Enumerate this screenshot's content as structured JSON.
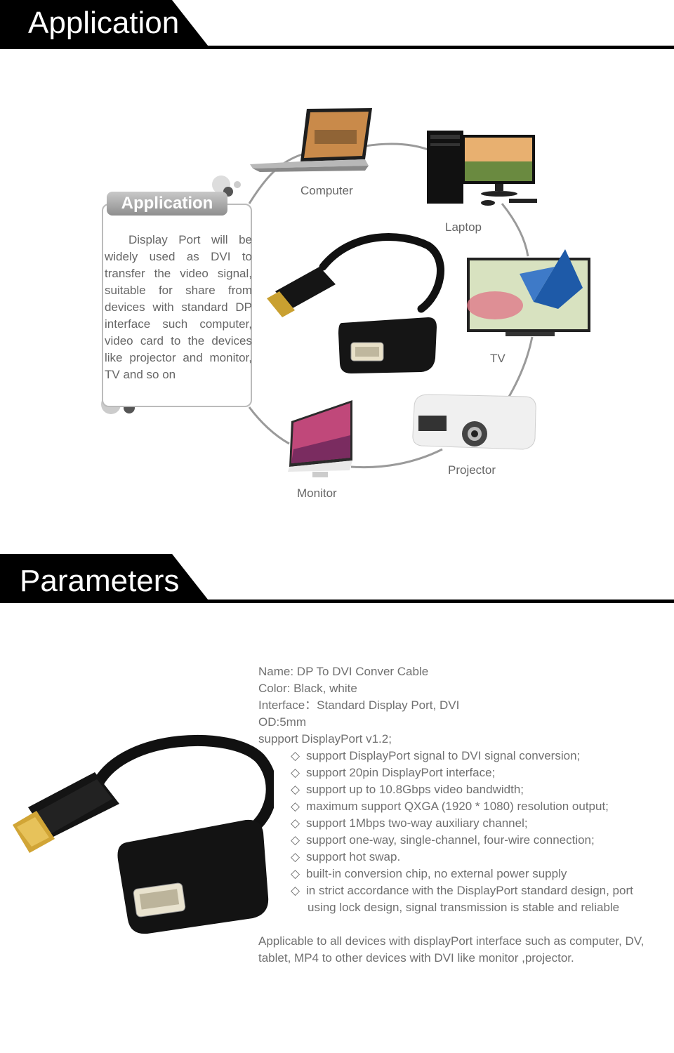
{
  "sections": {
    "application": {
      "title": "Application"
    },
    "parameters": {
      "title": "Parameters"
    }
  },
  "application_box": {
    "title": "Application",
    "text": "Display Port will be widely used as DVI to transfer the video signal, suitable for share from devices with standard DP interface such computer, video card to the devices like projector and monitor, TV and so on"
  },
  "devices": {
    "computer": "Computer",
    "laptop": "Laptop",
    "tv": "TV",
    "projector": "Projector",
    "monitor": "Monitor"
  },
  "parameters": {
    "name": "Name: DP To DVI Conver Cable",
    "color": "Color: Black, white",
    "interface": "Interface：Standard Display Port, DVI",
    "od": "OD:5mm",
    "support": "support DisplayPort v1.2;",
    "bullet_glyph": "◇",
    "features": [
      "support DisplayPort signal to DVI signal conversion;",
      "support 20pin DisplayPort interface;",
      "support up to 10.8Gbps video bandwidth;",
      "maximum support QXGA (1920 * 1080) resolution output;",
      "support 1Mbps two-way auxiliary channel;",
      "support one-way, single-channel, four-wire connection;",
      "support hot swap.",
      "built-in conversion chip, no external power supply",
      "in strict accordance with the DisplayPort standard design, port"
    ],
    "feature_continuation": "using lock design, signal transmission is stable and reliable",
    "applicable_line1": "Applicable to all devices with displayPort interface such as computer, DV,",
    "applicable_line2": "tablet, MP4 to other devices with DVI like monitor ,projector."
  },
  "colors": {
    "header": "#000000",
    "text": "#666666",
    "ring": "#9a9a9a"
  }
}
